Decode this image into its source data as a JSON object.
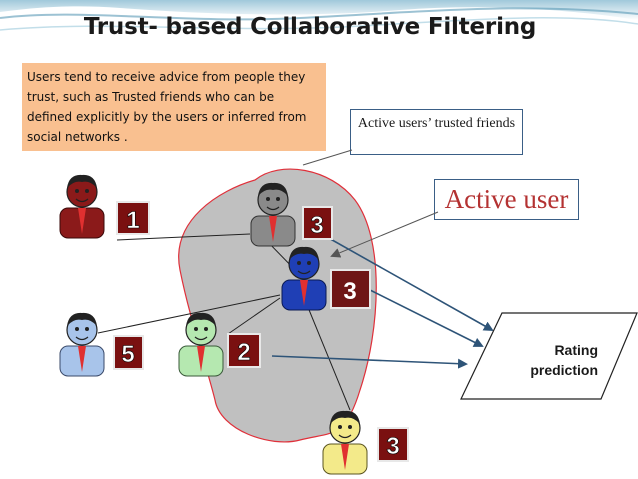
{
  "title": "Trust- based Collaborative Filtering",
  "note": "Users tend to receive advice from people they trust, such as Trusted friends who can be defined explicitly by the users  or inferred from social networks .",
  "friends_label": "Active users’ trusted friends",
  "active_user_label": "Active user",
  "rating_prediction_label": "Rating prediction",
  "ratings": {
    "user_dark_red": "1",
    "user_gray": "3",
    "user_active": "3",
    "user_light_blue": "5",
    "user_light_green": "2",
    "user_yellow": "3"
  },
  "colors": {
    "blob_fill": "#c0c0c0",
    "blob_outline": "#e0303a",
    "note_bg": "#f9c090",
    "arrow": "#2e5478",
    "active_user_text": "#b43232",
    "badge_bg": "#7a1010",
    "active_badge_bg": "#6e1515"
  }
}
